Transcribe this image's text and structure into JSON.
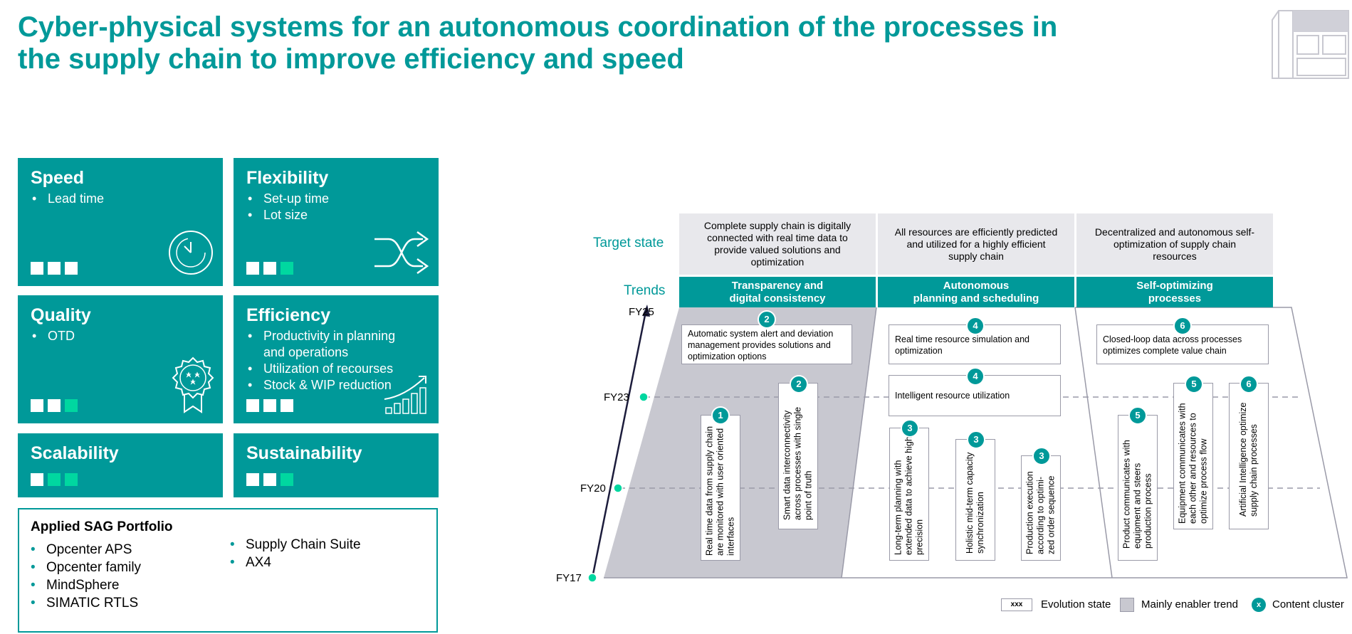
{
  "title": {
    "line1": "Cyber-physical systems for an autonomous coordination of the processes in",
    "line2": "the supply chain to improve efficiency and speed"
  },
  "tiles": {
    "speed": {
      "title": "Speed",
      "items": [
        "Lead time"
      ],
      "icon": "clock-icon",
      "levels": [
        false,
        false,
        false
      ]
    },
    "flexibility": {
      "title": "Flexibility",
      "items": [
        "Set-up time",
        "Lot size"
      ],
      "icon": "shuffle-arrows-icon",
      "levels": [
        false,
        false,
        true
      ]
    },
    "quality": {
      "title": "Quality",
      "items": [
        "OTD"
      ],
      "icon": "award-badge-icon",
      "levels": [
        false,
        false,
        true
      ]
    },
    "efficiency": {
      "title": "Efficiency",
      "items": [
        "Productivity in planning",
        "and operations",
        "Utilization of recourses",
        "Stock & WIP reduction"
      ],
      "icon": "growth-chart-icon",
      "levels": [
        false,
        false,
        false
      ]
    },
    "scalability": {
      "title": "Scalability",
      "levels": [
        false,
        true,
        true
      ]
    },
    "sustainability": {
      "title": "Sustainability",
      "levels": [
        false,
        false,
        true
      ]
    }
  },
  "portfolio": {
    "title": "Applied SAG Portfolio",
    "col1": [
      "Opcenter APS",
      "Opcenter family",
      "MindSphere",
      "SIMATIC RTLS"
    ],
    "col2": [
      "Supply Chain Suite",
      "AX4"
    ]
  },
  "diagram": {
    "target_label": "Target state",
    "trends_label": "Trends",
    "target_states": [
      "Complete supply chain is digitally connected with real time data to provide valued solutions and optimization",
      "All resources are efficiently predicted and utilized for a highly efficient supply chain",
      "Decentralized and autonomous self-optimization of supply chain resources"
    ],
    "trends": [
      {
        "line1": "Transparency and",
        "line2": "digital consistency"
      },
      {
        "line1": "Autonomous",
        "line2": "planning and scheduling"
      },
      {
        "line1": "Self-optimizing",
        "line2": "processes"
      }
    ],
    "fiscal_years": [
      "FY25",
      "FY23",
      "FY20",
      "FY17"
    ],
    "horizontal_boxes": [
      {
        "badge": "2",
        "text": "Automatic system alert and deviation management provides solutions and optimization options"
      },
      {
        "badge": "4",
        "text": "Real time resource simulation and optimization"
      },
      {
        "badge": "4",
        "text": "Intelligent resource utilization"
      },
      {
        "badge": "6",
        "text": "Closed-loop data across processes optimizes complete value chain"
      }
    ],
    "vertical_boxes": [
      {
        "badge": "1",
        "text": "Real time data from supply chain are monitored with user oriented interfaces"
      },
      {
        "badge": "2",
        "text": "Smart data interconnectivity across processes with single point of truth"
      },
      {
        "badge": "3",
        "text": "Long-term planning with extended data to achieve high precision"
      },
      {
        "badge": "3",
        "text": "Holistic mid-term capacity synchronization"
      },
      {
        "badge": "3",
        "text": "Production execution according to optimi- zed order sequence"
      },
      {
        "badge": "5",
        "text": "Product communicates with equipment and steers production process"
      },
      {
        "badge": "5",
        "text": "Equipment communicates with each other and resources to optimize process flow"
      },
      {
        "badge": "6",
        "text": "Artificial Intelligence optimize supply chain processes"
      }
    ],
    "legend": {
      "evolution_box_text": "xxx",
      "evolution_label": "Evolution state",
      "enabler_label": "Mainly enabler trend",
      "cluster_badge": "x",
      "cluster_label": "Content cluster"
    },
    "colors": {
      "teal": "#009999",
      "accent": "#00d7a0",
      "enabler_gray": "#c8c8d0",
      "target_bg": "#e8e8ec"
    }
  }
}
